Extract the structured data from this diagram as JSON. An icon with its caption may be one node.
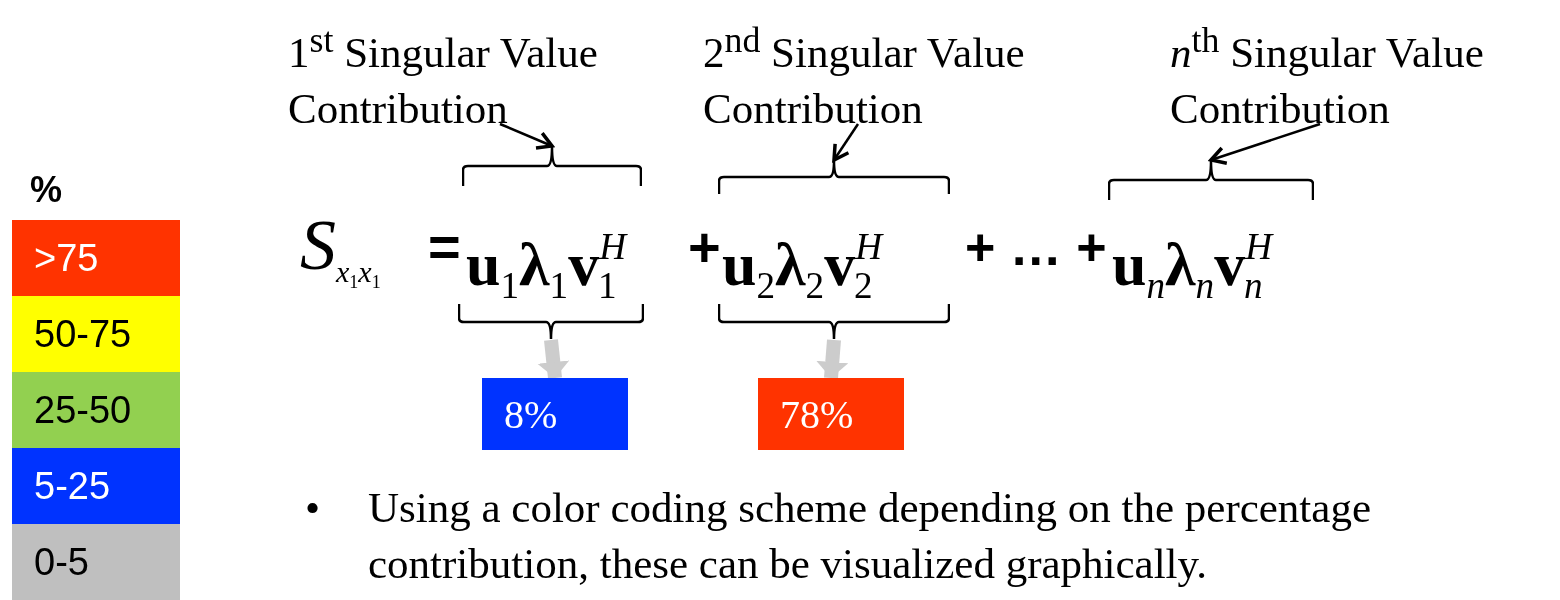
{
  "diagram": {
    "nodes": [
      {
        "text": [
          "1$^{st}$ Singular Value Contribution"
        ]
      },
      {
        "text": [
          "2$^{nd}$  Singular Value Contribution"
        ]
      },
      {
        "text": [
          "*n*$^{th}$ Singular Value Contribution"
        ]
      },
      {
        "text": [],
        "shape": "brace"
      },
      {
        "text": [],
        "shape": "brace"
      },
      {
        "text": [],
        "shape": "brace"
      },
      {
        "text": [],
        "shape": "brace"
      },
      {
        "text": [],
        "shape": "brace"
      },
      {
        "text": [
          "8%"
        ]
      },
      {
        "text": [
          "78%"
        ]
      }
    ],
    "edges": [
      {
        "from": 0,
        "to": 3,
        "arrow": "to"
      },
      {
        "from": 1,
        "to": 4,
        "arrow": "to"
      },
      {
        "from": 2,
        "to": 5,
        "arrow": "to"
      },
      {
        "from": 6,
        "to": 8,
        "arrow": "to",
        "style": "thick",
        "color": "#cccccc"
      },
      {
        "from": 7,
        "to": 9,
        "arrow": "to",
        "style": "thick",
        "color": "#cccccc"
      }
    ],
    "labels": [
      "%",
      "*S*",
      "*x*$_{1}$*x*$_{1}$",
      "=",
      "**u**$_{1}$**λ**$_{1}$**v**$^{H}$$_{1}$",
      "+",
      "**u**$_{2}$**λ**$_{2}$**v**$^{H}$$_{2}$",
      "+ … +",
      "**u**$_{n}$**λ**$_{n}$**v**$^{H}$$_{n}$",
      "•",
      "Using a color coding scheme depending on the percentage contribution, these can be visualized graphically."
    ],
    "legend": [
      {
        "text": ">75",
        "color": "#ff3300"
      },
      {
        "text": "50-75",
        "color": "#ffff00"
      },
      {
        "text": "25-50",
        "color": "#92d050"
      },
      {
        "text": "5-25",
        "color": "#0033ff"
      },
      {
        "text": "0-5",
        "color": "#bfbfbf"
      }
    ]
  }
}
